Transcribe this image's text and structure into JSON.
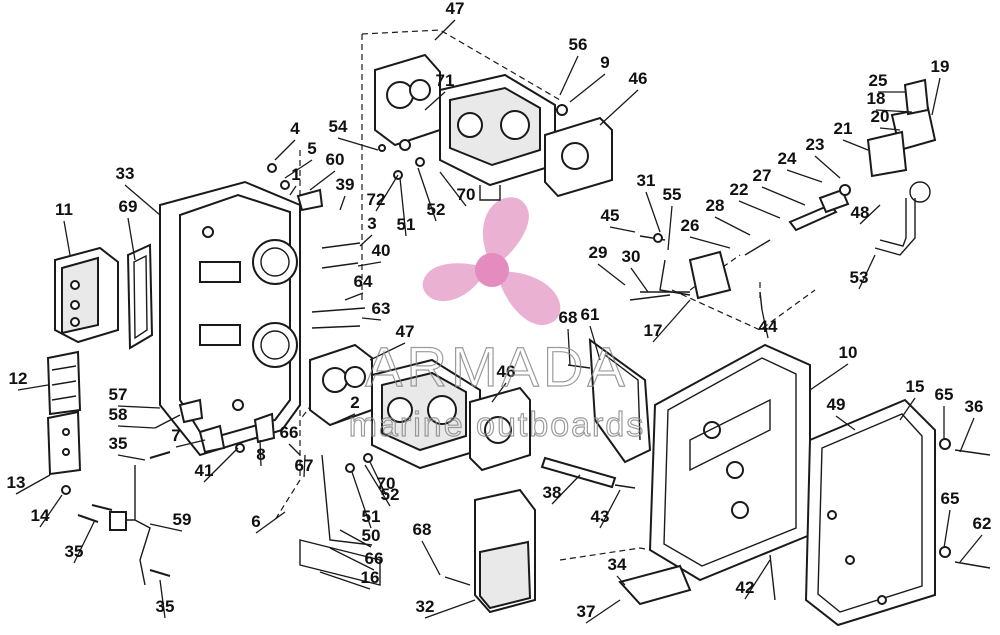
{
  "watermark": {
    "brand": "ARMADA",
    "tagline": "marine outboards",
    "accent_color": "#e8a9cf",
    "hub_color": "#e27fb9",
    "icon": "propeller-icon"
  },
  "callouts": [
    {
      "n": "47"
    },
    {
      "n": "56"
    },
    {
      "n": "9"
    },
    {
      "n": "46"
    },
    {
      "n": "25"
    },
    {
      "n": "19"
    },
    {
      "n": "71"
    },
    {
      "n": "18"
    },
    {
      "n": "20"
    },
    {
      "n": "54"
    },
    {
      "n": "4"
    },
    {
      "n": "5"
    },
    {
      "n": "60"
    },
    {
      "n": "1"
    },
    {
      "n": "39"
    },
    {
      "n": "72"
    },
    {
      "n": "70"
    },
    {
      "n": "51"
    },
    {
      "n": "52"
    },
    {
      "n": "21"
    },
    {
      "n": "23"
    },
    {
      "n": "24"
    },
    {
      "n": "27"
    },
    {
      "n": "22"
    },
    {
      "n": "28"
    },
    {
      "n": "48"
    },
    {
      "n": "31"
    },
    {
      "n": "55"
    },
    {
      "n": "45"
    },
    {
      "n": "26"
    },
    {
      "n": "33"
    },
    {
      "n": "11"
    },
    {
      "n": "69"
    },
    {
      "n": "3"
    },
    {
      "n": "40"
    },
    {
      "n": "29"
    },
    {
      "n": "30"
    },
    {
      "n": "53"
    },
    {
      "n": "64"
    },
    {
      "n": "17"
    },
    {
      "n": "44"
    },
    {
      "n": "63"
    },
    {
      "n": "47"
    },
    {
      "n": "68"
    },
    {
      "n": "61"
    },
    {
      "n": "10"
    },
    {
      "n": "12"
    },
    {
      "n": "46"
    },
    {
      "n": "57"
    },
    {
      "n": "2"
    },
    {
      "n": "58"
    },
    {
      "n": "15"
    },
    {
      "n": "49"
    },
    {
      "n": "65"
    },
    {
      "n": "36"
    },
    {
      "n": "7"
    },
    {
      "n": "66"
    },
    {
      "n": "8"
    },
    {
      "n": "41"
    },
    {
      "n": "67"
    },
    {
      "n": "35"
    },
    {
      "n": "13"
    },
    {
      "n": "70"
    },
    {
      "n": "52"
    },
    {
      "n": "38"
    },
    {
      "n": "43"
    },
    {
      "n": "14"
    },
    {
      "n": "51"
    },
    {
      "n": "65"
    },
    {
      "n": "62"
    },
    {
      "n": "59"
    },
    {
      "n": "6"
    },
    {
      "n": "35"
    },
    {
      "n": "50"
    },
    {
      "n": "68"
    },
    {
      "n": "66"
    },
    {
      "n": "34"
    },
    {
      "n": "42"
    },
    {
      "n": "16"
    },
    {
      "n": "35"
    },
    {
      "n": "32"
    },
    {
      "n": "37"
    }
  ]
}
